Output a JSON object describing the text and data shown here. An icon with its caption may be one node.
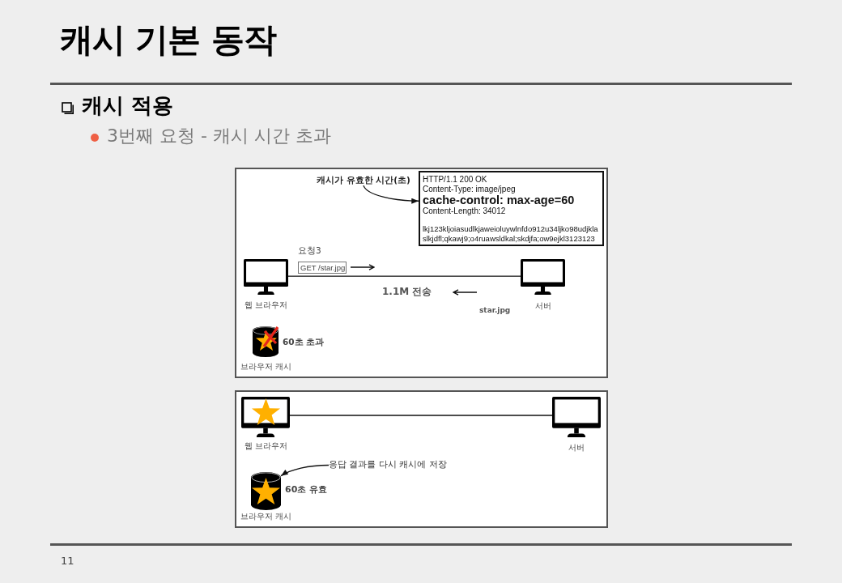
{
  "diagram": {
    "title": "캐시 기본 동작",
    "nodes": [
      {
        "text": [],
        "shape": "box"
      },
      {
        "text": [
          "캐시가 유효한 시간(초)"
        ],
        "in": 0
      },
      {
        "text": [
          "HTTP/1.1 200 OK",
          "Content-Type: image/jpeg",
          "cache-control: max-age=60",
          "Content-Length: 34012",
          "lkj123kljoiasudlkjaweioluywlnfdo912u34ljko98udjkla slkjdfl;qkawj9;o4ruawsldkal;skdjfa;ow9ejkl3123123"
        ],
        "in": 0
      },
      {
        "text": [
          "요청3",
          "GET /star.jpg"
        ],
        "in": 0
      },
      {
        "text": [],
        "shape": "picture",
        "beside": [
          "웹 브라우저"
        ],
        "in": 0
      },
      {
        "text": [],
        "shape": "picture",
        "beside": [
          "서버"
        ],
        "in": 0
      },
      {
        "text": [],
        "shape": "cylinder",
        "beside": [
          "60초 초과",
          "브라우저 캐시"
        ],
        "in": 0
      },
      {
        "text": [],
        "shape": "box"
      },
      {
        "text": [],
        "shape": "picture",
        "beside": [
          "웹 브라우저"
        ],
        "in": 7
      },
      {
        "text": [],
        "shape": "picture",
        "beside": [
          "서버"
        ],
        "in": 7
      },
      {
        "text": [
          "응답 결과를 다시 캐시에 저장"
        ],
        "in": 7
      },
      {
        "text": [],
        "shape": "cylinder",
        "beside": [
          "60초 유효",
          "브라우저 캐시"
        ],
        "in": 7
      }
    ],
    "edges": [
      {
        "from": 1,
        "to": 2,
        "arrow": "to"
      },
      {
        "from": 4,
        "to": 5,
        "arrow": "none"
      },
      {
        "from": 8,
        "to": 9,
        "arrow": "none"
      },
      {
        "from": 10,
        "to": 11,
        "arrow": "to"
      }
    ],
    "labels": [
      "캐시 적용",
      "3번째 요청 - 캐시 시간 초과",
      "1.1M 전송",
      "star.jpg",
      "11"
    ]
  }
}
